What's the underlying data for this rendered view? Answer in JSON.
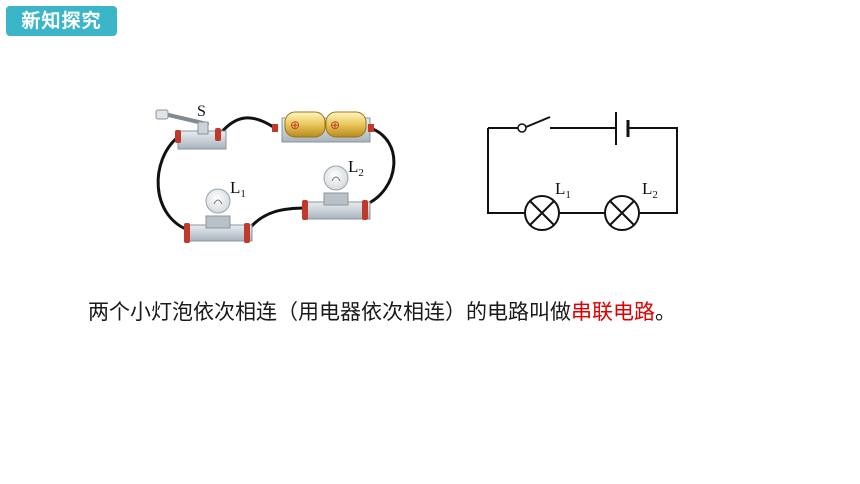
{
  "header": {
    "badge": "新知探究"
  },
  "photo_labels": {
    "switch": "S",
    "lamp1": "L",
    "lamp1_sub": "1",
    "lamp2": "L",
    "lamp2_sub": "2"
  },
  "diagram_labels": {
    "lamp1": "L",
    "lamp1_sub": "1",
    "lamp2": "L",
    "lamp2_sub": "2"
  },
  "battery_marks": [
    "⊕",
    "⊕"
  ],
  "sentence": {
    "before": "两个小灯泡依次相连（用电器依次相连）的电路叫做",
    "highlight": "串联电路",
    "after": "。"
  },
  "colors": {
    "badge": "#3bb6c8",
    "highlight": "#e00000",
    "wire": "#111111",
    "terminal": "#c0392b"
  }
}
